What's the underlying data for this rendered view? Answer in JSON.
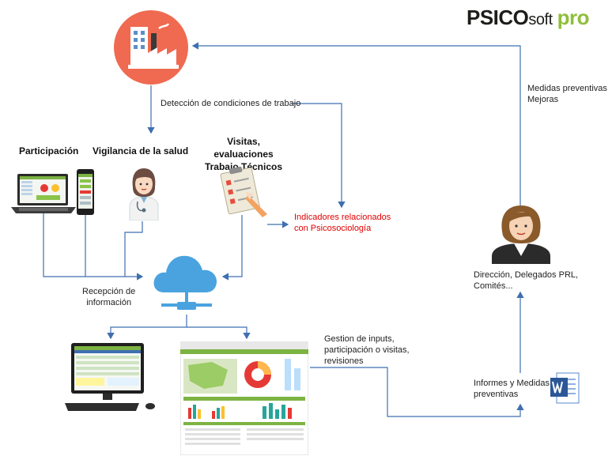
{
  "brand": {
    "psico": "PSICO",
    "soft": "soft",
    "pro": "pro",
    "pro_color": "#8fbf3b"
  },
  "labels": {
    "deteccion": "Detección de condiciones de trabajo",
    "participacion": "Participación",
    "vigilancia": "Vigilancia de la salud",
    "visitas_line1": "Visitas, evaluaciones",
    "visitas_line2": "Trabajo Técnicos",
    "indicadores_line1": "Indicadores relacionados",
    "indicadores_line2": "con Psicosociología",
    "recepcion_line1": "Recepción de",
    "recepcion_line2": "información",
    "gestion_line1": "Gestion de inputs,",
    "gestion_line2": "participación o visitas,",
    "gestion_line3": "revisiones",
    "medidas_line1": "Medidas preventivas",
    "medidas_line2": "Mejoras",
    "direccion_line1": "Dirección, Delegados PRL,",
    "direccion_line2": "Comités...",
    "informes_line1": "Informes y Medidas",
    "informes_line2": "preventivas"
  },
  "colors": {
    "arrow": "#3f6fb0",
    "factory_circle": "#ef6a50",
    "cloud": "#4aa3df",
    "highlight_red": "#e00000"
  },
  "icons": [
    "factory-icon",
    "laptop-icon",
    "phone-icon",
    "doctor-icon",
    "clipboard-icon",
    "cloud-server-icon",
    "desktop-computer-icon",
    "dashboard-screenshot-icon",
    "manager-avatar-icon",
    "word-document-icon"
  ]
}
